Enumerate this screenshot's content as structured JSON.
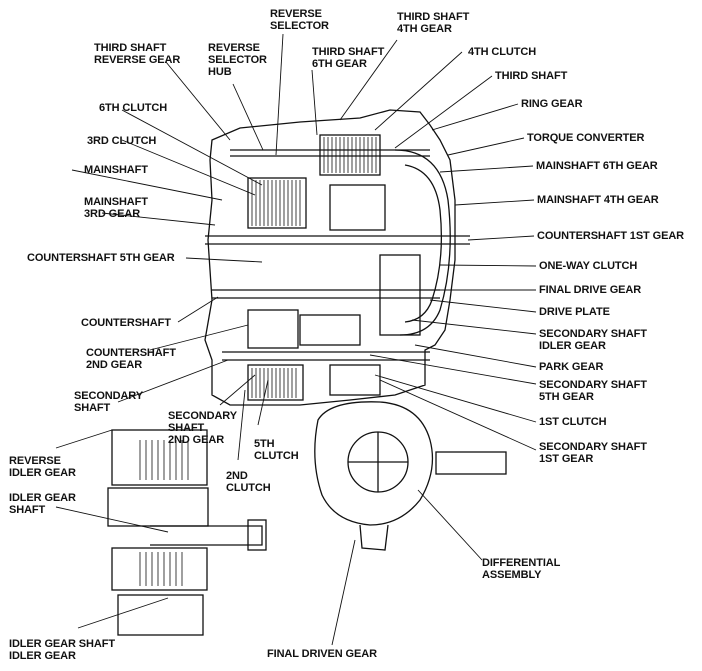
{
  "labels": {
    "reverse_selector": "REVERSE\nSELECTOR",
    "third_shaft_4th_gear": "THIRD SHAFT\n4TH GEAR",
    "third_shaft_reverse_gear": "THIRD SHAFT\nREVERSE GEAR",
    "reverse_selector_hub": "REVERSE\nSELECTOR\nHUB",
    "third_shaft_6th_gear": "THIRD SHAFT\n6TH GEAR",
    "fourth_clutch": "4TH CLUTCH",
    "third_shaft": "THIRD SHAFT",
    "ring_gear": "RING GEAR",
    "sixth_clutch": "6TH CLUTCH",
    "torque_converter": "TORQUE CONVERTER",
    "third_clutch": "3RD CLUTCH",
    "mainshaft_6th_gear": "MAINSHAFT 6TH GEAR",
    "mainshaft": "MAINSHAFT",
    "mainshaft_4th_gear": "MAINSHAFT 4TH GEAR",
    "mainshaft_3rd_gear": "MAINSHAFT\n3RD GEAR",
    "countershaft_1st_gear": "COUNTERSHAFT 1ST GEAR",
    "countershaft_5th_gear": "COUNTERSHAFT 5TH GEAR",
    "one_way_clutch": "ONE-WAY CLUTCH",
    "final_drive_gear": "FINAL DRIVE GEAR",
    "drive_plate": "DRIVE PLATE",
    "countershaft": "COUNTERSHAFT",
    "secondary_shaft_idler_gear": "SECONDARY SHAFT\nIDLER GEAR",
    "countershaft_2nd_gear": "COUNTERSHAFT\n2ND GEAR",
    "park_gear": "PARK GEAR",
    "secondary_shaft": "SECONDARY\nSHAFT",
    "secondary_shaft_5th_gear": "SECONDARY SHAFT\n5TH GEAR",
    "secondary_shaft_2nd_gear": "SECONDARY\nSHAFT\n2ND GEAR",
    "first_clutch": "1ST CLUTCH",
    "fifth_clutch": "5TH\nCLUTCH",
    "secondary_shaft_1st_gear": "SECONDARY SHAFT\n1ST GEAR",
    "reverse_idler_gear": "REVERSE\nIDLER GEAR",
    "second_clutch": "2ND\nCLUTCH",
    "idler_gear_shaft": "IDLER GEAR\nSHAFT",
    "differential_assembly": "DIFFERENTIAL\nASSEMBLY",
    "idler_gear_shaft_idler_gear": "IDLER GEAR SHAFT\nIDLER GEAR",
    "final_driven_gear": "FINAL DRIVEN GEAR"
  }
}
